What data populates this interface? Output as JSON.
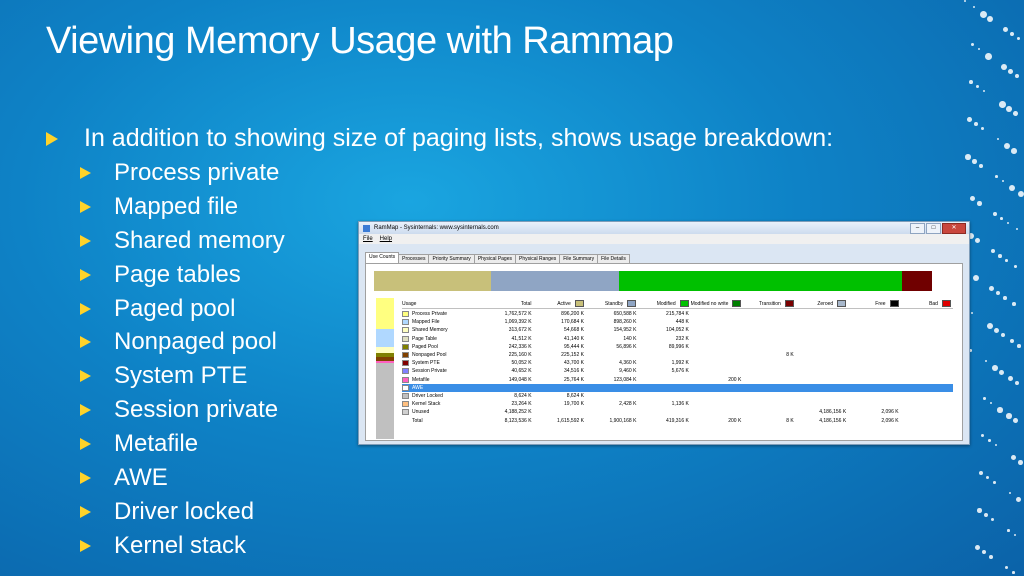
{
  "slide": {
    "title": "Viewing Memory Usage with Rammap",
    "main_bullet": "In addition to showing size of paging lists, shows usage breakdown:",
    "sub_bullets": [
      "Process private",
      "Mapped file",
      "Shared memory",
      "Page tables",
      "Paged pool",
      "Nonpaged pool",
      "System PTE",
      "Session private",
      "Metafile",
      "AWE",
      "Driver locked",
      "Kernel stack"
    ]
  },
  "window": {
    "title": "RamMap - Sysinternals: www.sysinternals.com",
    "menu": [
      "File",
      "Help"
    ],
    "tabs": [
      "Use Counts",
      "Processes",
      "Priority Summary",
      "Physical Pages",
      "Physical Ranges",
      "File Summary",
      "File Details"
    ],
    "active_tab": "Use Counts",
    "columns": [
      {
        "label": "Usage"
      },
      {
        "label": "Total"
      },
      {
        "label": "Active",
        "color": "#c8c07a"
      },
      {
        "label": "Standby",
        "color": "#8fa5c4"
      },
      {
        "label": "Modified",
        "color": "#00c000"
      },
      {
        "label": "Modified no write",
        "color": "#008000"
      },
      {
        "label": "Transition",
        "color": "#7a0000"
      },
      {
        "label": "Zeroed",
        "color": "#a8b8cc"
      },
      {
        "label": "Free",
        "color": "#000000"
      },
      {
        "label": "Bad",
        "color": "#e00000"
      }
    ],
    "rows": [
      {
        "name": "Process Private",
        "color": "#ffff80",
        "cells": [
          "1,762,572 K",
          "896,200 K",
          "650,588 K",
          "215,784 K",
          "",
          "",
          "",
          "",
          ""
        ]
      },
      {
        "name": "Mapped File",
        "color": "#b0d8ff",
        "cells": [
          "1,069,392 K",
          "170,684 K",
          "898,260 K",
          "448 K",
          "",
          "",
          "",
          "",
          ""
        ]
      },
      {
        "name": "Shared Memory",
        "color": "#ffffc0",
        "cells": [
          "313,672 K",
          "54,668 K",
          "154,952 K",
          "104,052 K",
          "",
          "",
          "",
          "",
          ""
        ]
      },
      {
        "name": "Page Table",
        "color": "#e0e0c0",
        "cells": [
          "41,512 K",
          "41,140 K",
          "140 K",
          "232 K",
          "",
          "",
          "",
          "",
          ""
        ]
      },
      {
        "name": "Paged Pool",
        "color": "#808000",
        "cells": [
          "242,336 K",
          "95,444 K",
          "56,896 K",
          "89,996 K",
          "",
          "",
          "",
          "",
          ""
        ]
      },
      {
        "name": "Nonpaged Pool",
        "color": "#804000",
        "cells": [
          "225,160 K",
          "225,152 K",
          "",
          "",
          "",
          "8 K",
          "",
          "",
          ""
        ]
      },
      {
        "name": "System PTE",
        "color": "#800000",
        "cells": [
          "50,052 K",
          "43,700 K",
          "4,360 K",
          "1,992 K",
          "",
          "",
          "",
          "",
          ""
        ]
      },
      {
        "name": "Session Private",
        "color": "#8080ff",
        "cells": [
          "40,652 K",
          "34,516 K",
          "9,460 K",
          "5,676 K",
          "",
          "",
          "",
          "",
          ""
        ]
      },
      {
        "name": "Metafile",
        "color": "#ff60c0",
        "cells": [
          "149,048 K",
          "25,764 K",
          "123,084 K",
          "",
          "200 K",
          "",
          "",
          "",
          ""
        ]
      },
      {
        "name": "AWE",
        "color": "#ffffff",
        "cells": [
          "",
          "",
          "",
          "",
          "",
          "",
          "",
          "",
          ""
        ]
      },
      {
        "name": "Driver Locked",
        "color": "#c0c0c0",
        "cells": [
          "8,624 K",
          "8,624 K",
          "",
          "",
          "",
          "",
          "",
          "",
          ""
        ]
      },
      {
        "name": "Kernel Stack",
        "color": "#ffc080",
        "cells": [
          "23,264 K",
          "19,700 K",
          "2,428 K",
          "1,136 K",
          "",
          "",
          "",
          "",
          ""
        ]
      },
      {
        "name": "Unused",
        "color": "#d0d0d0",
        "cells": [
          "4,188,252 K",
          "",
          "",
          "",
          "",
          "",
          "4,186,156 K",
          "2,096 K",
          ""
        ]
      },
      {
        "name": "Total",
        "color": "",
        "cells": [
          "8,123,536 K",
          "1,615,592 K",
          "1,900,168 K",
          "419,316 K",
          "200 K",
          "8 K",
          "4,186,156 K",
          "2,096 K",
          ""
        ]
      }
    ],
    "selected_row": "AWE",
    "usage_bar": [
      {
        "label": "Active",
        "fraction": 0.199,
        "color": "#c8c07a"
      },
      {
        "label": "Standby",
        "fraction": 0.218,
        "color": "#8fa5c4"
      },
      {
        "label": "Modified",
        "fraction": 0.483,
        "color": "#00c000"
      },
      {
        "label": "Bad",
        "fraction": 0.05,
        "color": "#700000"
      }
    ],
    "side_bar": [
      {
        "label": "Process Private",
        "fraction": 0.217,
        "color": "#ffff80"
      },
      {
        "label": "Mapped File",
        "fraction": 0.132,
        "color": "#b0d8ff"
      },
      {
        "label": "Shared Memory",
        "fraction": 0.039,
        "color": "#ffffc0"
      },
      {
        "label": "Paged Pool",
        "fraction": 0.03,
        "color": "#808000"
      },
      {
        "label": "Nonpaged Pool",
        "fraction": 0.028,
        "color": "#804000"
      },
      {
        "label": "Metafile",
        "fraction": 0.018,
        "color": "#ff60c0"
      },
      {
        "label": "Unused",
        "fraction": 0.536,
        "color": "#c0c0c0"
      }
    ]
  }
}
